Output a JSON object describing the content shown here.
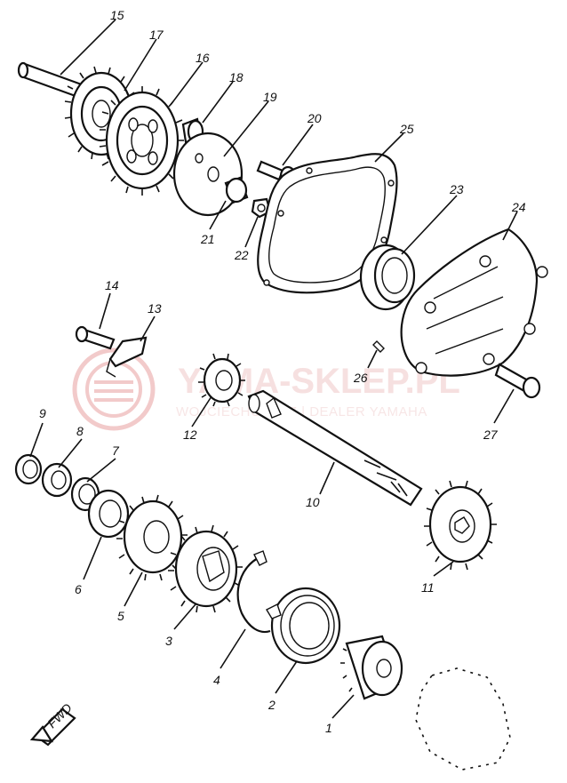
{
  "watermark": {
    "brand": "YAMA-SKLEP.PL",
    "subtitle": "WOJCIECHOWICZ | DEALER YAMAHA",
    "color": "#e8a0a0"
  },
  "callouts": [
    "15",
    "17",
    "16",
    "18",
    "19",
    "20",
    "25",
    "23",
    "24",
    "21",
    "22",
    "14",
    "13",
    "26",
    "27",
    "12",
    "9",
    "8",
    "7",
    "10",
    "11",
    "6",
    "5",
    "3",
    "4",
    "2",
    "1"
  ],
  "front_mark": "FWD",
  "colors": {
    "ink": "#111111",
    "paper": "#ffffff"
  }
}
